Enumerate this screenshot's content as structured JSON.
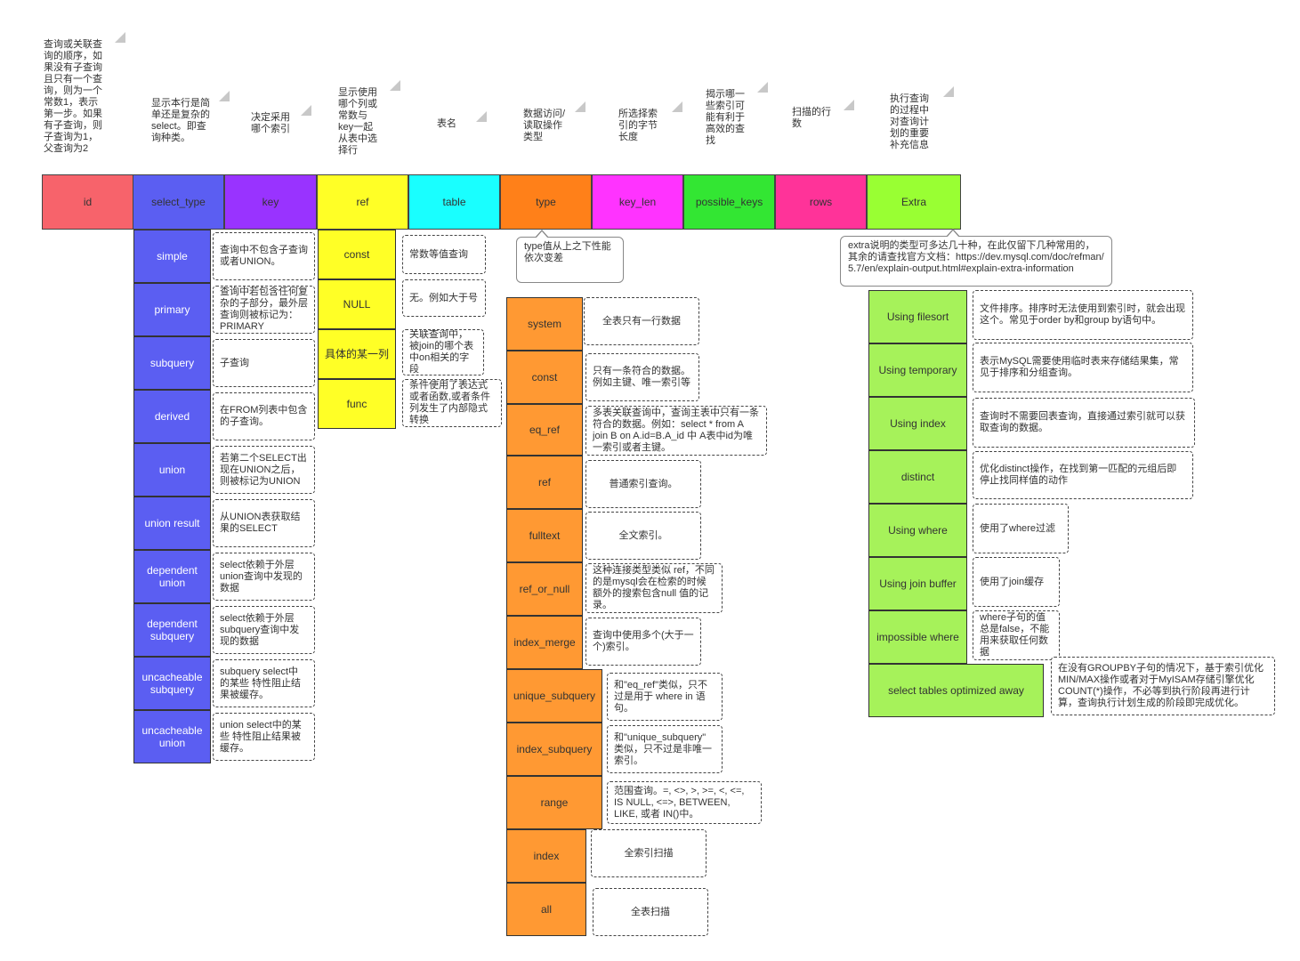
{
  "notes": {
    "id": "查询或关联查询的顺序，如果没有子查询且只有一个查询，则为一个常数1，表示第一步。如果有子查询，则子查询为1，父查询为2",
    "select_type": "显示本行是简单还是复杂的select。即查询种类。",
    "key": "决定采用哪个索引",
    "ref": "显示使用哪个列或常数与key一起从表中选择行",
    "table": "表名",
    "type": "数据访问/读取操作类型",
    "key_len": "所选择索引的字节长度",
    "possible_keys": "揭示哪一些索引可能有利于高效的查找",
    "rows": "扫描的行数",
    "extra": "执行查询的过程中对查询计划的重要补充信息"
  },
  "headers": {
    "id": {
      "label": "id",
      "color": "#f7636b"
    },
    "select_type": {
      "label": "select_type",
      "color": "#5b5ef2"
    },
    "key": {
      "label": "key",
      "color": "#9933ff"
    },
    "ref": {
      "label": "ref",
      "color": "#ffff26"
    },
    "table": {
      "label": "table",
      "color": "#19ffff"
    },
    "type": {
      "label": "type",
      "color": "#ff8019"
    },
    "key_len": {
      "label": "key_len",
      "color": "#ff33ff"
    },
    "possible_keys": {
      "label": "possible_keys",
      "color": "#33e633"
    },
    "rows": {
      "label": "rows",
      "color": "#ff3399"
    },
    "extra": {
      "label": "Extra",
      "color": "#99ff33"
    }
  },
  "select_type_items": [
    {
      "label": "simple",
      "desc": "查询中不包含子查询或者UNION。"
    },
    {
      "label": "primary",
      "desc": "查询中若包含任何复杂的子部分，最外层查询则被标记为：PRIMARY"
    },
    {
      "label": "subquery",
      "desc": "子查询"
    },
    {
      "label": "derived",
      "desc": "在FROM列表中包含的子查询。"
    },
    {
      "label": "union",
      "desc": "若第二个SELECT出现在UNION之后，则被标记为UNION"
    },
    {
      "label": "union result",
      "desc": "从UNION表获取结果的SELECT"
    },
    {
      "label": "dependent union",
      "desc": "select依赖于外层union查询中发现的数据"
    },
    {
      "label": "dependent subquery",
      "desc": "select依赖于外层subquery查询中发现的数据"
    },
    {
      "label": "uncacheable subquery",
      "desc": "subquery select中的某些 特性阻止结果被缓存。"
    },
    {
      "label": "uncacheable union",
      "desc": "union select中的某些 特性阻止结果被缓存。"
    }
  ],
  "ref_items": [
    {
      "label": "const",
      "desc": "常数等值查询"
    },
    {
      "label": "NULL",
      "desc": "无。例如大于号"
    },
    {
      "label": "具体的某一列",
      "desc": "关联查询中，被join的哪个表中on相关的字段"
    },
    {
      "label": "func",
      "desc": "条件使用了表达式或者函数,或者条件列发生了内部隐式转换"
    }
  ],
  "type_callout": "type值从上之下性能依次变差",
  "type_items": [
    {
      "label": "system",
      "desc": "全表只有一行数据"
    },
    {
      "label": "const",
      "desc": "只有一条符合的数据。例如主键、唯一索引等"
    },
    {
      "label": "eq_ref",
      "desc": "多表关联查询中，查询主表中只有一条符合的数据。例如：select * from A join B on A.id=B.A_id 中 A表中id为唯一索引或者主键。"
    },
    {
      "label": "ref",
      "desc": "普通索引查询。"
    },
    {
      "label": "fulltext",
      "desc": "全文索引。"
    },
    {
      "label": "ref_or_null",
      "desc": "这种连接类型类似 ref，不同的是mysql会在检索的时候额外的搜索包含null 值的记录。"
    },
    {
      "label": "index_merge",
      "desc": "查询中使用多个(大于一个)索引。"
    },
    {
      "label": "unique_subquery",
      "desc": "和\"eq_ref\"类似，只不过是用于 where in 语句。"
    },
    {
      "label": "index_subquery",
      "desc": "和\"unique_subquery\" 类似，只不过是非唯一索引。"
    },
    {
      "label": "range",
      "desc": "范围查询。=, <>, >, >=, <, <=, IS NULL, <=>, BETWEEN, LIKE, 或者 IN()中。"
    },
    {
      "label": "index",
      "desc": "全索引扫描"
    },
    {
      "label": "all",
      "desc": "全表扫描"
    }
  ],
  "extra_callout": "extra说明的类型可多达几十种，在此仅留下几种常用的，其余的请查找官方文档：https://dev.mysql.com/doc/refman/5.7/en/explain-output.html#explain-extra-information",
  "extra_items": [
    {
      "label": "Using filesort",
      "desc": "文件排序。排序时无法使用到索引时，就会出现这个。常见于order by和group by语句中。"
    },
    {
      "label": "Using temporary",
      "desc": "表示MySQL需要使用临时表来存储结果集，常见于排序和分组查询。"
    },
    {
      "label": "Using index",
      "desc": "查询时不需要回表查询，直接通过索引就可以获取查询的数据。"
    },
    {
      "label": "distinct",
      "desc": "优化distinct操作，在找到第一匹配的元组后即停止找同样值的动作"
    },
    {
      "label": "Using where",
      "desc": "使用了where过滤"
    },
    {
      "label": "Using join buffer",
      "desc": "使用了join缓存"
    },
    {
      "label": "impossible where",
      "desc": "where子句的值总是false，不能用来获取任何数据"
    },
    {
      "label": "select tables optimized away",
      "desc": "在没有GROUPBY子句的情况下，基于索引优化MIN/MAX操作或者对于MyISAM存储引擎优化COUNT(*)操作，不必等到执行阶段再进行计算，查询执行计划生成的阶段即完成优化。"
    }
  ]
}
